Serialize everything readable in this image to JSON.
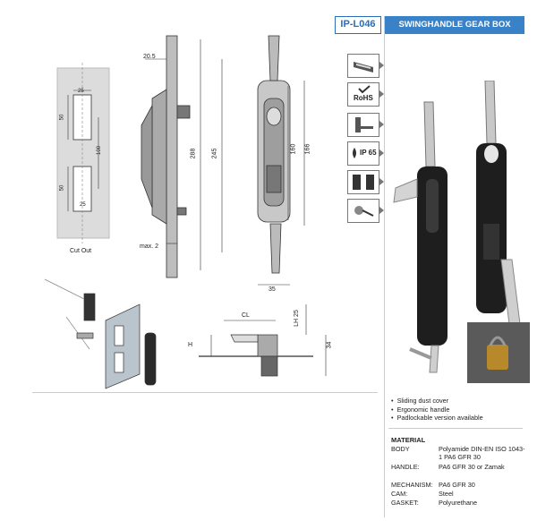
{
  "product_code": "IP-L046",
  "title": "SWINGHANDLE GEAR BOX",
  "cutout": {
    "caption": "Cut Out",
    "dim_width": "25",
    "dim_h1": "50",
    "dim_h2": "50",
    "dim_spacing": "100",
    "dim_bottom": "25"
  },
  "side_view": {
    "dim_top": "20.5",
    "dim_max": "max. 2"
  },
  "front_view": {
    "dim_total": "288",
    "dim_245": "245",
    "dim_160": "160",
    "dim_166": "166",
    "dim_35": "35"
  },
  "bottom_view": {
    "dim_cl": "CL",
    "dim_lh": "LH 25",
    "dim_h": "H",
    "dim_34": "34"
  },
  "feature_icons": [
    "profile-rail-icon",
    "rohs-icon",
    "panel-mount-icon",
    "ip65-icon",
    "gasket-icon",
    "padlock-key-icon"
  ],
  "icon_text": {
    "rohs": "RoHS",
    "ip": "IP 65"
  },
  "features": [
    "Sliding dust cover",
    "Ergonomic handle",
    "Padlockable version available"
  ],
  "material": {
    "heading": "MATERIAL",
    "rows": [
      {
        "key": "BODY",
        "value": "Polyamide DIN-EN ISO 1043-1 PA6 GFR 30"
      },
      {
        "key": "HANDLE:",
        "value": "PA6 GFR 30 or Zamak"
      },
      {
        "key": "MECHANISM:",
        "value": "PA6 GFR 30"
      },
      {
        "key": "CAM:",
        "value": "Steel"
      },
      {
        "key": "GASKET:",
        "value": "Polyurethane"
      }
    ]
  },
  "colors": {
    "accent": "#3a82c8",
    "code_border": "#2a6fb6"
  }
}
